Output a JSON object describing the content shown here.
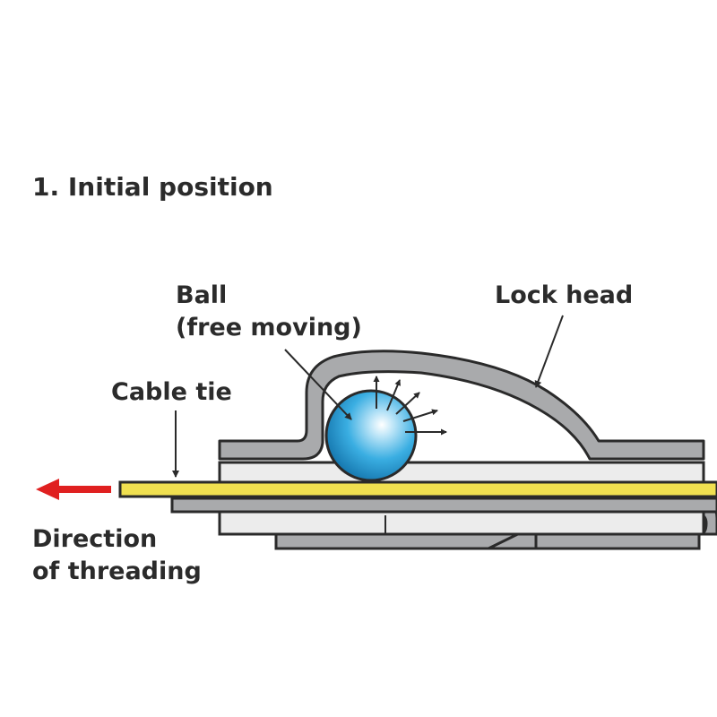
{
  "title": "1. Initial position",
  "labels": {
    "ball_line1": "Ball",
    "ball_line2": "(free moving)",
    "lock_head": "Lock head",
    "cable_tie": "Cable tie",
    "direction_line1": "Direction",
    "direction_line2": "of threading"
  },
  "colors": {
    "metal_fill": "#a9aaac",
    "metal_outline": "#2a2a2a",
    "inner_fill": "#ececec",
    "tie_fill": "#f0e050",
    "ball": "#2a9fd6",
    "arrow_red": "#e02020"
  }
}
